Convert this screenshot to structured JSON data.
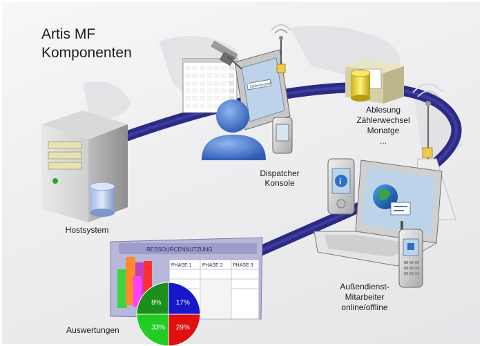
{
  "title_lines": [
    "Artis MF",
    "Komponenten"
  ],
  "labels": {
    "hostsystem": "Hostsystem",
    "dispatcher": [
      "Dispatcher",
      "Konsole"
    ],
    "ablesung": [
      "Ablesung",
      "Zählerwechsel",
      "Monatge",
      "..."
    ],
    "aussendienst": [
      "Außendienst-",
      "Mitarbeiter",
      "online/offline"
    ],
    "auswertungen": "Auswertungen"
  },
  "report": {
    "header": "RESSOURCENNUTZUNG",
    "columns": [
      "PHASE 1",
      "PHASE 2",
      "PHASE 3"
    ],
    "pie_slices": [
      {
        "label": "8%",
        "color": "#1a8f1a",
        "value": 25
      },
      {
        "label": "17%",
        "color": "#1717c8",
        "value": 25
      },
      {
        "label": "29%",
        "color": "#e01010",
        "value": 25
      },
      {
        "label": "33%",
        "color": "#22cc22",
        "value": 25
      }
    ]
  },
  "colors": {
    "ring": "#2b2b86",
    "person": "#3f6fc6",
    "screen": "#bcd3ea"
  }
}
